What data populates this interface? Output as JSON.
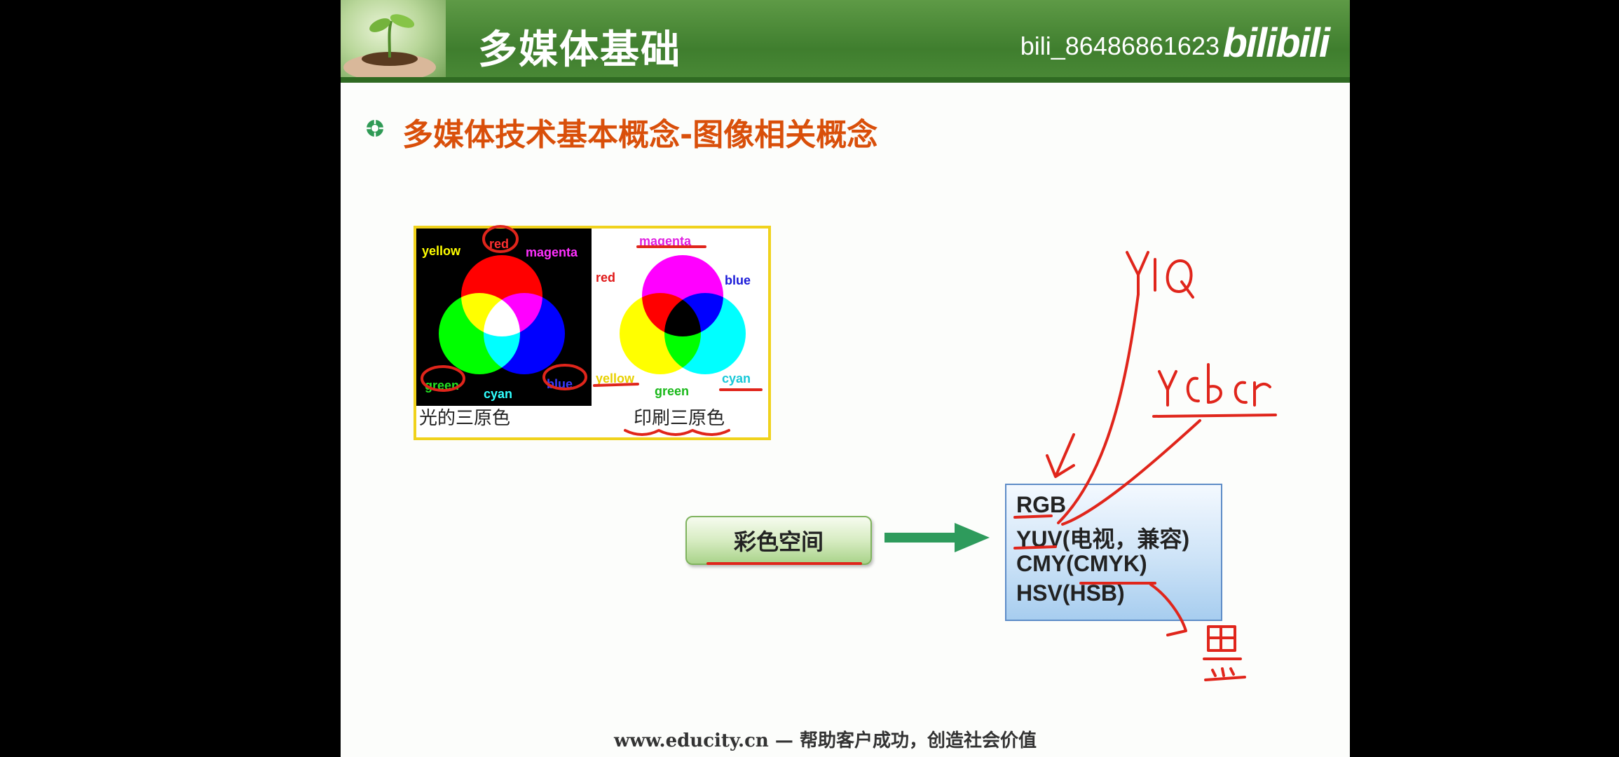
{
  "header": {
    "title": "多媒体基础",
    "watermark": "bili_86486861623",
    "logo_text": "bilibili"
  },
  "section": {
    "subtitle": "多媒体技术基本概念-图像相关概念"
  },
  "venn": {
    "light": {
      "labels": {
        "yellow": "yellow",
        "red": "red",
        "magenta": "magenta",
        "green": "green",
        "cyan": "cyan",
        "blue": "blue"
      },
      "caption": "光的三原色"
    },
    "print": {
      "labels": {
        "magenta": "magenta",
        "red": "red",
        "blue": "blue",
        "yellow": "yellow",
        "green": "green",
        "cyan": "cyan"
      },
      "caption": "印刷三原色"
    }
  },
  "diagram": {
    "button_label": "彩色空间",
    "color_spaces": [
      "RGB",
      "YUV(电视，兼容)",
      "CMY(CMYK)",
      "HSV(HSB)"
    ]
  },
  "handwriting": {
    "top": "YIQ",
    "middle": "YCbCr",
    "bottom": "墨"
  },
  "footer": {
    "text": "www.educity.cn — 帮助客户成功，创造社会价值"
  },
  "colors": {
    "header_green": "#4b8a37",
    "subtitle_orange": "#d94f0a",
    "annotation_red": "#e0251b",
    "box_blue": "#a7cdef",
    "arrow_green": "#2e9b5c"
  }
}
